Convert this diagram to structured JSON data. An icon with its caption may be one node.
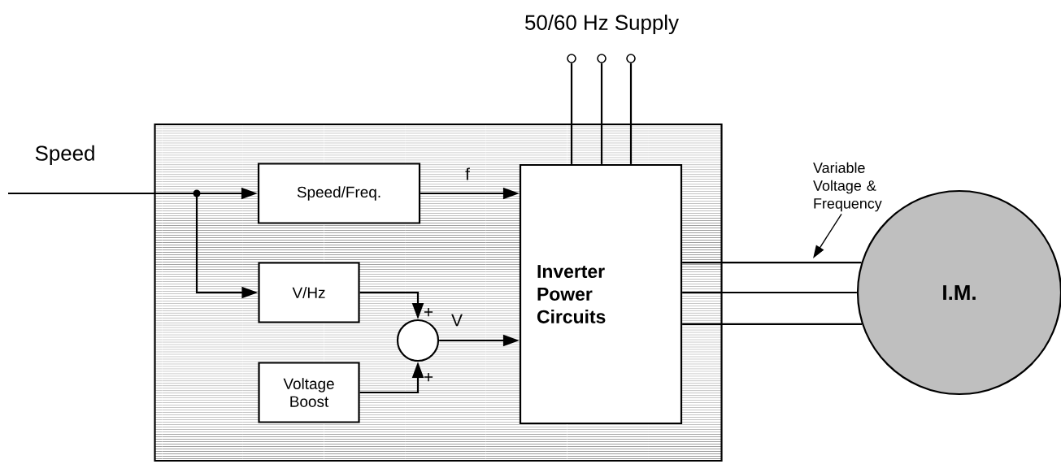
{
  "diagram": {
    "nodes": [
      {
        "text": [],
        "shape": "circle"
      },
      {
        "text": [],
        "shape": "circle"
      },
      {
        "text": [],
        "shape": "circle"
      },
      {
        "text": [],
        "shape": "box"
      },
      {
        "text": [
          "Speed/Freq."
        ],
        "in": 3
      },
      {
        "text": [
          "V/Hz"
        ],
        "in": 3
      },
      {
        "text": [
          "Voltage Boost"
        ],
        "in": 3
      },
      {
        "text": [],
        "shape": "circle",
        "in": 3
      },
      {
        "text": [
          "Inverter Power Circuits"
        ],
        "in": 3
      },
      {
        "text": [
          "Variable Voltage & Frequency"
        ]
      },
      {
        "text": [
          "I.M."
        ]
      }
    ],
    "edges": [
      {
        "from": null,
        "to": 4,
        "arrow": "to",
        "label": "Speed"
      },
      {
        "from": null,
        "to": 5,
        "arrow": "to"
      },
      {
        "from": 4,
        "to": 8,
        "arrow": "to",
        "label": "f"
      },
      {
        "from": 5,
        "to": 7,
        "arrow": "to",
        "label": "+"
      },
      {
        "from": 6,
        "to": 7,
        "arrow": "to",
        "label": "+"
      },
      {
        "from": 7,
        "to": 8,
        "arrow": "to",
        "label": "V"
      },
      {
        "from": 0,
        "to": 8,
        "arrow": "none"
      },
      {
        "from": 1,
        "to": 8,
        "arrow": "none"
      },
      {
        "from": 2,
        "to": 8,
        "arrow": "none"
      },
      {
        "from": 8,
        "to": 10,
        "arrow": "none"
      },
      {
        "from": 8,
        "to": 10,
        "arrow": "none"
      },
      {
        "from": 8,
        "to": 10,
        "arrow": "none"
      },
      {
        "from": 9,
        "to": null,
        "arrow": "to"
      }
    ],
    "labels": [
      "50/60 Hz Supply"
    ]
  }
}
